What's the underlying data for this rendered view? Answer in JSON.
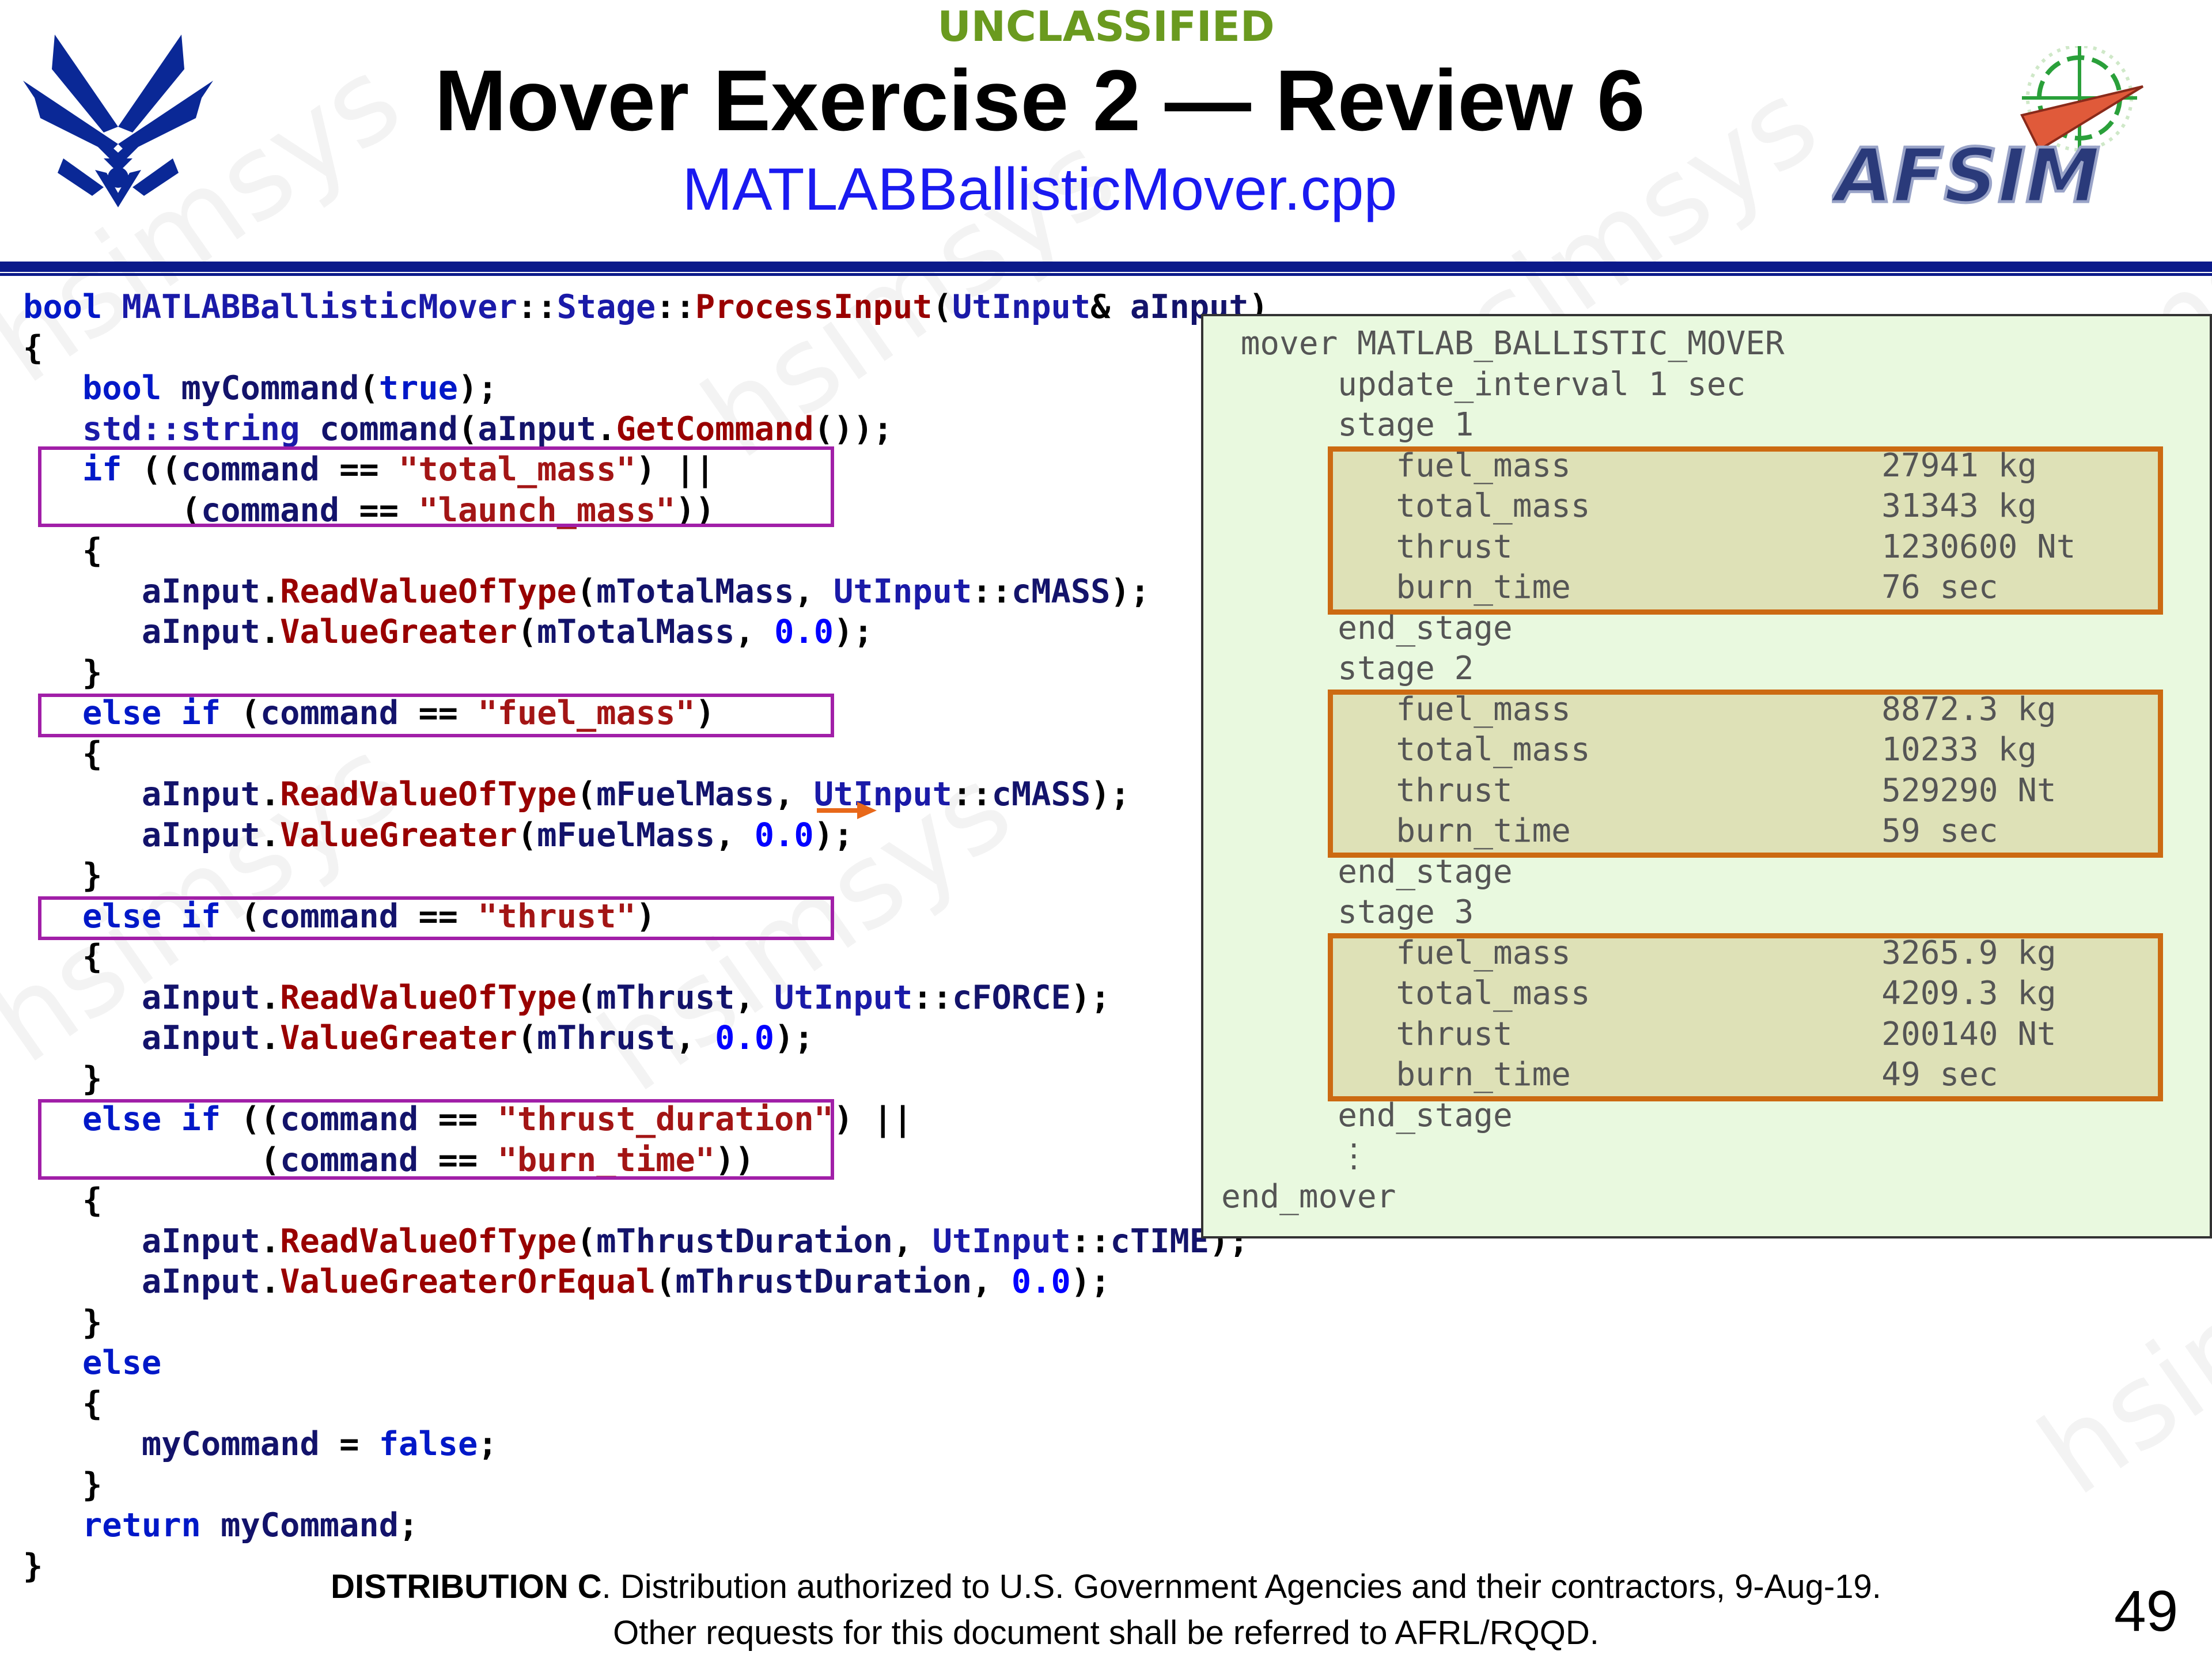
{
  "header": {
    "classification": "UNCLASSIFIED",
    "title": "Mover Exercise 2 — Review 6",
    "subtitle": "MATLABBallisticMover.cpp"
  },
  "logos": {
    "left": "air-force-wings-logo",
    "right": "afsim-logo",
    "right_text": "AFSIM"
  },
  "code_lines": [
    [
      [
        "k",
        "bool "
      ],
      [
        "t",
        "MATLABBallisticMover"
      ],
      [
        "p",
        "::"
      ],
      [
        "t",
        "Stage"
      ],
      [
        "p",
        "::"
      ],
      [
        "f",
        "ProcessInput"
      ],
      [
        "p",
        "("
      ],
      [
        "t",
        "UtInput"
      ],
      [
        "p",
        "& "
      ],
      [
        "v",
        "aInput"
      ],
      [
        "p",
        ")"
      ]
    ],
    [
      [
        "p",
        "{"
      ]
    ],
    [
      [
        "p",
        "   "
      ],
      [
        "k",
        "bool "
      ],
      [
        "v",
        "myCommand"
      ],
      [
        "p",
        "("
      ],
      [
        "k",
        "true"
      ],
      [
        "p",
        ");"
      ]
    ],
    [
      [
        "p",
        "   "
      ],
      [
        "t",
        "std::string "
      ],
      [
        "v",
        "command"
      ],
      [
        "p",
        "("
      ],
      [
        "v",
        "aInput"
      ],
      [
        "p",
        "."
      ],
      [
        "f",
        "GetCommand"
      ],
      [
        "p",
        "());"
      ]
    ],
    [
      [
        "p",
        "   "
      ],
      [
        "k",
        "if "
      ],
      [
        "p",
        "(("
      ],
      [
        "v",
        "command"
      ],
      [
        "p",
        " == "
      ],
      [
        "s",
        "\"total_mass\""
      ],
      [
        "p",
        ") ||"
      ]
    ],
    [
      [
        "p",
        "        ("
      ],
      [
        "v",
        "command"
      ],
      [
        "p",
        " == "
      ],
      [
        "s",
        "\"launch_mass\""
      ],
      [
        "p",
        "))"
      ]
    ],
    [
      [
        "p",
        "   {"
      ]
    ],
    [
      [
        "p",
        "      "
      ],
      [
        "v",
        "aInput"
      ],
      [
        "p",
        "."
      ],
      [
        "f",
        "ReadValueOfType"
      ],
      [
        "p",
        "("
      ],
      [
        "v",
        "mTotalMass"
      ],
      [
        "p",
        ", "
      ],
      [
        "t",
        "UtInput"
      ],
      [
        "p",
        "::"
      ],
      [
        "v",
        "cMASS"
      ],
      [
        "p",
        ");"
      ]
    ],
    [
      [
        "p",
        "      "
      ],
      [
        "v",
        "aInput"
      ],
      [
        "p",
        "."
      ],
      [
        "f",
        "ValueGreater"
      ],
      [
        "p",
        "("
      ],
      [
        "v",
        "mTotalMass"
      ],
      [
        "p",
        ", "
      ],
      [
        "n",
        "0.0"
      ],
      [
        "p",
        ");"
      ]
    ],
    [
      [
        "p",
        "   }"
      ]
    ],
    [
      [
        "p",
        "   "
      ],
      [
        "k",
        "else if "
      ],
      [
        "p",
        "("
      ],
      [
        "v",
        "command"
      ],
      [
        "p",
        " == "
      ],
      [
        "s",
        "\"fuel_mass\""
      ],
      [
        "p",
        ")"
      ]
    ],
    [
      [
        "p",
        "   {"
      ]
    ],
    [
      [
        "p",
        "      "
      ],
      [
        "v",
        "aInput"
      ],
      [
        "p",
        "."
      ],
      [
        "f",
        "ReadValueOfType"
      ],
      [
        "p",
        "("
      ],
      [
        "v",
        "mFuelMass"
      ],
      [
        "p",
        ", "
      ],
      [
        "t",
        "UtInput"
      ],
      [
        "p",
        "::"
      ],
      [
        "v",
        "cMASS"
      ],
      [
        "p",
        ");"
      ]
    ],
    [
      [
        "p",
        "      "
      ],
      [
        "v",
        "aInput"
      ],
      [
        "p",
        "."
      ],
      [
        "f",
        "ValueGreater"
      ],
      [
        "p",
        "("
      ],
      [
        "v",
        "mFuelMass"
      ],
      [
        "p",
        ", "
      ],
      [
        "n",
        "0.0"
      ],
      [
        "p",
        ");"
      ]
    ],
    [
      [
        "p",
        "   }"
      ]
    ],
    [
      [
        "p",
        "   "
      ],
      [
        "k",
        "else if "
      ],
      [
        "p",
        "("
      ],
      [
        "v",
        "command"
      ],
      [
        "p",
        " == "
      ],
      [
        "s",
        "\"thrust\""
      ],
      [
        "p",
        ")"
      ]
    ],
    [
      [
        "p",
        "   {"
      ]
    ],
    [
      [
        "p",
        "      "
      ],
      [
        "v",
        "aInput"
      ],
      [
        "p",
        "."
      ],
      [
        "f",
        "ReadValueOfType"
      ],
      [
        "p",
        "("
      ],
      [
        "v",
        "mThrust"
      ],
      [
        "p",
        ", "
      ],
      [
        "t",
        "UtInput"
      ],
      [
        "p",
        "::"
      ],
      [
        "v",
        "cFORCE"
      ],
      [
        "p",
        ");"
      ]
    ],
    [
      [
        "p",
        "      "
      ],
      [
        "v",
        "aInput"
      ],
      [
        "p",
        "."
      ],
      [
        "f",
        "ValueGreater"
      ],
      [
        "p",
        "("
      ],
      [
        "v",
        "mThrust"
      ],
      [
        "p",
        ", "
      ],
      [
        "n",
        "0.0"
      ],
      [
        "p",
        ");"
      ]
    ],
    [
      [
        "p",
        "   }"
      ]
    ],
    [
      [
        "p",
        "   "
      ],
      [
        "k",
        "else if "
      ],
      [
        "p",
        "(("
      ],
      [
        "v",
        "command"
      ],
      [
        "p",
        " == "
      ],
      [
        "s",
        "\"thrust_duration\""
      ],
      [
        "p",
        ") ||"
      ]
    ],
    [
      [
        "p",
        "            ("
      ],
      [
        "v",
        "command"
      ],
      [
        "p",
        " == "
      ],
      [
        "s",
        "\"burn_time\""
      ],
      [
        "p",
        "))"
      ]
    ],
    [
      [
        "p",
        "   {"
      ]
    ],
    [
      [
        "p",
        "      "
      ],
      [
        "v",
        "aInput"
      ],
      [
        "p",
        "."
      ],
      [
        "f",
        "ReadValueOfType"
      ],
      [
        "p",
        "("
      ],
      [
        "v",
        "mThrustDuration"
      ],
      [
        "p",
        ", "
      ],
      [
        "t",
        "UtInput"
      ],
      [
        "p",
        "::"
      ],
      [
        "v",
        "cTIME"
      ],
      [
        "p",
        ");"
      ]
    ],
    [
      [
        "p",
        "      "
      ],
      [
        "v",
        "aInput"
      ],
      [
        "p",
        "."
      ],
      [
        "f",
        "ValueGreaterOrEqual"
      ],
      [
        "p",
        "("
      ],
      [
        "v",
        "mThrustDuration"
      ],
      [
        "p",
        ", "
      ],
      [
        "n",
        "0.0"
      ],
      [
        "p",
        ");"
      ]
    ],
    [
      [
        "p",
        "   }"
      ]
    ],
    [
      [
        "p",
        "   "
      ],
      [
        "k",
        "else"
      ]
    ],
    [
      [
        "p",
        "   {"
      ]
    ],
    [
      [
        "p",
        "      "
      ],
      [
        "v",
        "myCommand"
      ],
      [
        "p",
        " = "
      ],
      [
        "k",
        "false"
      ],
      [
        "p",
        ";"
      ]
    ],
    [
      [
        "p",
        "   }"
      ]
    ],
    [
      [
        "p",
        "   "
      ],
      [
        "k",
        "return "
      ],
      [
        "v",
        "myCommand"
      ],
      [
        "p",
        ";"
      ]
    ],
    [
      [
        "p",
        "}"
      ]
    ]
  ],
  "input_file_lines": [
    " mover MATLAB_BALLISTIC_MOVER",
    "      update_interval 1 sec",
    "      stage 1",
    "         fuel_mass                27941 kg",
    "         total_mass               31343 kg",
    "         thrust                   1230600 Nt",
    "         burn_time                76 sec",
    "      end_stage",
    "      stage 2",
    "         fuel_mass                8872.3 kg",
    "         total_mass               10233 kg",
    "         thrust                   529290 Nt",
    "         burn_time                59 sec",
    "      end_stage",
    "      stage 3",
    "         fuel_mass                3265.9 kg",
    "         total_mass               4209.3 kg",
    "         thrust                   200140 Nt",
    "         burn_time                49 sec",
    "      end_stage",
    "      ⋮",
    "end_mover"
  ],
  "watermark": "hsimsys",
  "footer": {
    "dist_label": "DISTRIBUTION C",
    "dist_text": ". Distribution authorized to U.S. Government Agencies and their contractors, 9-Aug-19.",
    "line2": "Other requests for this document shall be referred to AFRL/RQQD."
  },
  "page_number": "49",
  "colors": {
    "header_rule": "#0b1a8a",
    "classification": "#6a9a1f",
    "subtitle": "#1a1af0",
    "code_highlight_box": "#a11fa8",
    "input_highlight_box": "#cc6a12",
    "panel_bg": "#e9f9df"
  }
}
